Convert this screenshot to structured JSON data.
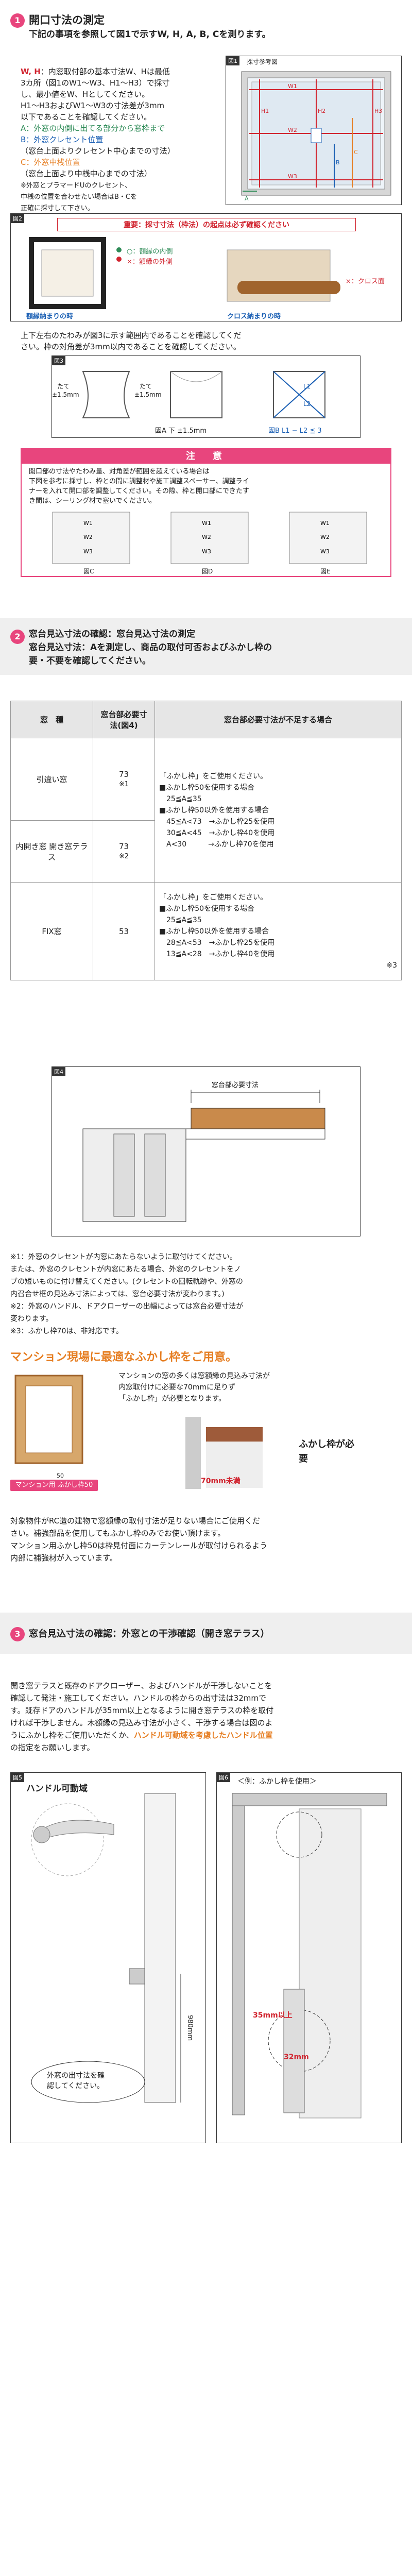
{
  "s1": {
    "num": "1",
    "title": "開口寸法の測定",
    "lead": "下記の事項を参照して図1で示すW, H, A, B, Cを測ります。",
    "wh": "W, H",
    "wh_desc": [
      "：内窓取付部の基本寸法W、Hは最低",
      "3カ所（図1のW1〜W3、H1〜H3）で採寸",
      "し、最小値をW、Hとしてください。",
      "H1〜H3およびW1〜W3の寸法差が3mm",
      "以下であることを確認してください。"
    ],
    "a": "A：外窓の内側に出てる部分から窓枠まで",
    "b": "B：外窓クレセント位置",
    "b2": "（窓台上面よりクレセント中心までの寸法）",
    "c": "C：外窓中桟位置",
    "c2": "（窓台上面より中桟中心までの寸法）",
    "c3": [
      "※外窓とプラマードUのクレセント、",
      "中桟の位置を合わせたい場合はB・Cを",
      "正確に採寸して下さい。"
    ],
    "fig1": "図1",
    "fig1_title": "採寸参考図",
    "fig1_labels": [
      "W1",
      "W2",
      "W3",
      "H1",
      "H2",
      "H3",
      "A",
      "B",
      "C"
    ],
    "fig2": "図2",
    "fig2_title": "重要：採寸寸法（枠法）の起点は必ず確認ください",
    "fig2_o": "○：額縁の内側",
    "fig2_x": "×：額縁の外側",
    "fig2_x2": "×：クロス面",
    "fig2_cap1": "額縁納まりの時",
    "fig2_cap2": "クロス納まりの時",
    "diag_text": [
      "上下左右のたわみが図3に示す範囲内であることを確認してくだ",
      "さい。枠の対角差が3mm以内であることを確認してください。"
    ],
    "fig3": "図3",
    "tate": "たて",
    "pm": "±1.5mm",
    "capA": "図A 下 ±1.5mm",
    "capB": "図B L1 − L2 ≦ 3",
    "L1": "L1",
    "L2": "L2",
    "note_head": "注　意",
    "note_text": [
      "開口部の寸法やたわみ量、対角差が範囲を超えている場合は",
      "下図を参考に採寸し、枠との間に調整材や施工調整スペーサー、調整ライ",
      "ナーを入れて開口部を調整してください。その際、枠と開口部にできたす",
      "き間は、シーリング材で塞いでください。"
    ],
    "note_caps": [
      "図C",
      "図D",
      "図E"
    ]
  },
  "s2": {
    "num": "2",
    "title": [
      "窓台見込寸法の確認：窓台見込寸法の測定",
      "窓台見込寸法：Aを測定し、商品の取付可否およびふかし枠の",
      "要・不要を確認してください。"
    ],
    "table": {
      "h1": "窓　種",
      "h2": "窓台部必要寸法(図4)",
      "h3": "窓台部必要寸法が不足する場合",
      "rows": [
        {
          "kind": "引違い窓",
          "val": "73",
          "mark": "※1",
          "desc": [
            "「ふかし枠」をご使用ください。",
            "■ふかし枠50を使用する場合",
            "　25≦A≦35",
            "■ふかし枠50以外を使用する場合",
            "　45≦A<73　→ふかし枠25を使用",
            "　30≦A<45　→ふかし枠40を使用",
            "　A<30　　　→ふかし枠70を使用"
          ]
        },
        {
          "kind": "内開き窓 開き窓テラス",
          "val": "73",
          "mark": "※2",
          "desc": []
        },
        {
          "kind": "FIX窓",
          "val": "53",
          "mark": "※3",
          "desc": [
            "「ふかし枠」をご使用ください。",
            "■ふかし枠50を使用する場合",
            "　25≦A≦35",
            "■ふかし枠50以外を使用する場合",
            "　28≦A<53　→ふかし枠25を使用",
            "　13≦A<28　→ふかし枠40を使用"
          ]
        }
      ]
    },
    "fig4": "図4",
    "fig4_label": "窓台部必要寸法",
    "footnotes": [
      "※1：外窓のクレセントが内窓にあたらないように取付けてください。",
      "または、外窓のクレセントが内窓にあたる場合、外窓のクレセントをノ",
      "ブの短いものに付け替えてください。(クレセントの回転軌跡や、外窓の",
      "内召合せ框の見込み寸法によっては、窓台必要寸法が変わります。)",
      "※2：外窓のハンドル、ドアクローザーの出幅によっては窓台必要寸法が",
      "変わります。",
      "※3：ふかし枠70は、非対応です。"
    ],
    "promo_title": "マンション現場に最適なふかし枠をご用意。",
    "promo_text": [
      "マンションの窓の多くは窓額縁の見込み寸法が",
      "内窓取付けに必要な70mmに足りず",
      "「ふかし枠」が必要となります。"
    ],
    "promo_tag": "マンション用 ふかし枠50",
    "promo_50": "50",
    "promo_70": "70mm未満",
    "promo_need": "ふかし枠が必要",
    "bottom": [
      "対象物件がRC造の建物で窓額縁の取付寸法が足りない場合にご使用くだ",
      "さい。補強部品を使用してもふかし枠のみでお使い頂けます。",
      "マンション用ふかし枠50は枠見付面にカーテンレールが取付けられるよう",
      "内部に補強材が入っています。"
    ]
  },
  "s3": {
    "num": "3",
    "title": "窓台見込寸法の確認：外窓との干渉確認（開き窓テラス）",
    "text": [
      "開き窓テラスと既存のドアクローザー、およびハンドルが干渉しないことを",
      "確認して発注・施工してください。ハンドルの枠からの出寸法は32mmで",
      "す。既存ドアのハンドルが35mm以上となるように開き窓テラスの枠を取付",
      "ければ干渉しません。木額縁の見込み寸法が小さく、干渉する場合は図のよ",
      "うにふかし枠をご使用いただくか、"
    ],
    "text_hl": "ハンドル可動域を考慮したハンドル位置",
    "text_end": "の指定をお願いします。",
    "fig5": "図5",
    "fig5_title": "ハンドル可動域",
    "fig5_980": "980mm",
    "fig5_balloon": [
      "外窓の出寸法を確",
      "認してください。"
    ],
    "fig6": "図6",
    "fig6_title": "＜例：ふかし枠を使用＞",
    "fig6_35": "35mm以上",
    "fig6_32": "32mm"
  }
}
